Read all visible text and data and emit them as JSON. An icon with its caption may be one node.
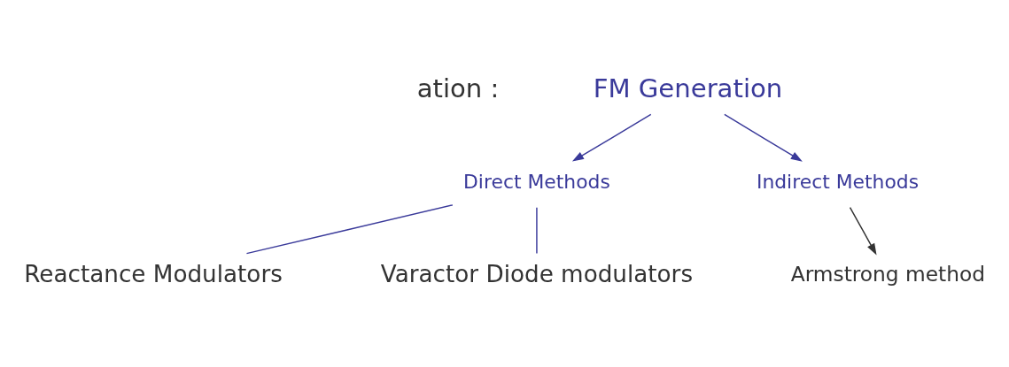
{
  "diagram": {
    "nodes": [
      {
        "text": [
          "FM Generation"
        ]
      },
      {
        "text": [
          "Direct Methods"
        ]
      },
      {
        "text": [
          "Indirect Methods"
        ]
      },
      {
        "text": [
          "Reactance Modulators"
        ]
      },
      {
        "text": [
          "Varactor Diode modulators"
        ]
      },
      {
        "text": [
          "Armstrong method"
        ]
      }
    ],
    "edges": [
      {
        "from": 0,
        "to": 1,
        "arrow": "to"
      },
      {
        "from": 0,
        "to": 2,
        "arrow": "to"
      },
      {
        "from": 1,
        "to": 3,
        "arrow": "none"
      },
      {
        "from": 1,
        "to": 4,
        "arrow": "none"
      },
      {
        "from": 2,
        "to": 5,
        "arrow": "to",
        "color": "#333333"
      }
    ],
    "labels": [
      "ation :"
    ]
  }
}
